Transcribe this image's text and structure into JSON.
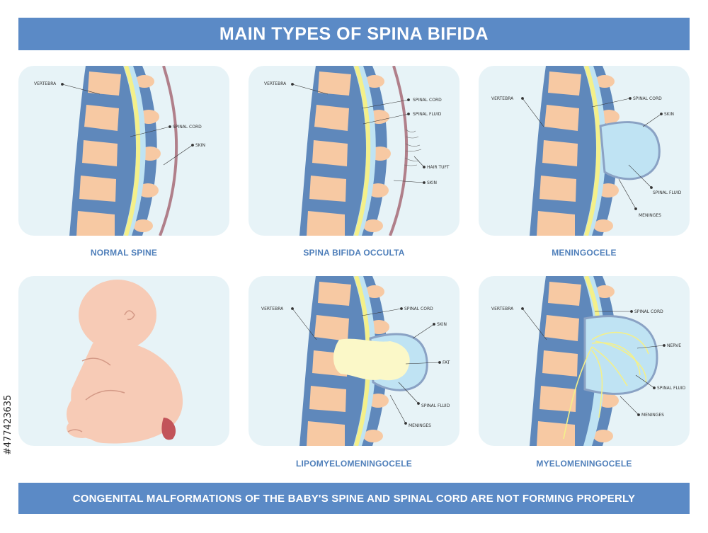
{
  "title": "MAIN TYPES OF SPINA BIFIDA",
  "footer": "CONGENITAL MALFORMATIONS OF THE BABY'S SPINE AND SPINAL CORD ARE NOT FORMING PROPERLY",
  "side_id": "#477423635",
  "panels": [
    {
      "caption": "NORMAL SPINE",
      "labels": [
        "VERTEBRA",
        "SPINAL CORD",
        "SKIN"
      ]
    },
    {
      "caption": "SPINA BIFIDA OCCULTA",
      "labels": [
        "VERTEBRA",
        "SPINAL CORD",
        "SPINAL FLUID",
        "HAIR TUFT",
        "SKIN"
      ]
    },
    {
      "caption": "MENINGOCELE",
      "labels": [
        "VERTEBRA",
        "SPINAL CORD",
        "SKIN",
        "SPINAL FLUID",
        "MENINGES"
      ]
    },
    {
      "caption": "",
      "labels": []
    },
    {
      "caption": "LIPOMYELOMENINGOCELE",
      "labels": [
        "VERTEBRA",
        "SPINAL CORD",
        "SKIN",
        "FAT",
        "SPINAL FLUID",
        "MENINGES"
      ]
    },
    {
      "caption": "MYELOMENINGOCELE",
      "labels": [
        "VERTEBRA",
        "SPINAL CORD",
        "NERVE",
        "SPINAL FLUID",
        "MENINGES"
      ]
    }
  ],
  "colors": {
    "banner": "#5b8ac6",
    "panel_bg": "#e7f3f7",
    "vertebra": "#f7c9a3",
    "disc": "#5f88bb",
    "cord": "#f4f08a",
    "fluid": "#bfe3f3",
    "skin_pink": "#f7cbb6",
    "caption": "#4f7fba"
  }
}
